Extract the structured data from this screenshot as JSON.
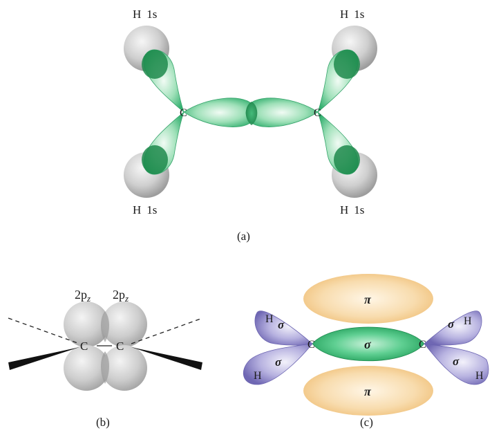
{
  "panel_a": {
    "caption": "(a)",
    "h_symbol": "H",
    "h_orbital": "1s",
    "carbon": "C"
  },
  "panel_b": {
    "caption": "(b)",
    "orbital_base": "2p",
    "orbital_sub": "z",
    "carbon": "C"
  },
  "panel_c": {
    "caption": "(c)",
    "pi": "π",
    "sigma": "σ",
    "h_symbol": "H",
    "carbon": "C"
  },
  "colors": {
    "sp2_green": "#3dbd7d",
    "overlap_green": "#1f8a4c",
    "h_gray": "#b9b9b9",
    "pi_orange": "#f4c98a",
    "sigma_purple": "#8d86c9"
  }
}
